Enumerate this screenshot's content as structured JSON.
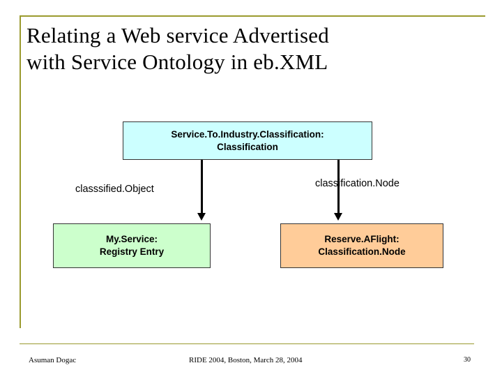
{
  "slide": {
    "title_line1": "Relating a Web service Advertised",
    "title_line2": "with Service Ontology in eb.XML",
    "accent_color": "#9a9a2e"
  },
  "diagram": {
    "boxes": [
      {
        "name": "service-to-industry-classification",
        "line1": "Service.To.Industry.Classification:",
        "line2": "Classification",
        "color": "#ccffff"
      },
      {
        "name": "my-service-registry-entry",
        "line1": "My.Service:",
        "line2": "Registry Entry",
        "color": "#ccffcc"
      },
      {
        "name": "reserve-aflight-classification-node",
        "line1": "Reserve.AFlight:",
        "line2": "Classification.Node",
        "color": "#ffcc99"
      }
    ],
    "edges": [
      {
        "name": "classified-object-edge",
        "label": "classsified.Object"
      },
      {
        "name": "classification-node-edge",
        "label": "classification.Node"
      }
    ]
  },
  "footer": {
    "author": "Asuman Dogac",
    "venue": "RIDE 2004, Boston, March 28, 2004",
    "page_number": "30"
  }
}
